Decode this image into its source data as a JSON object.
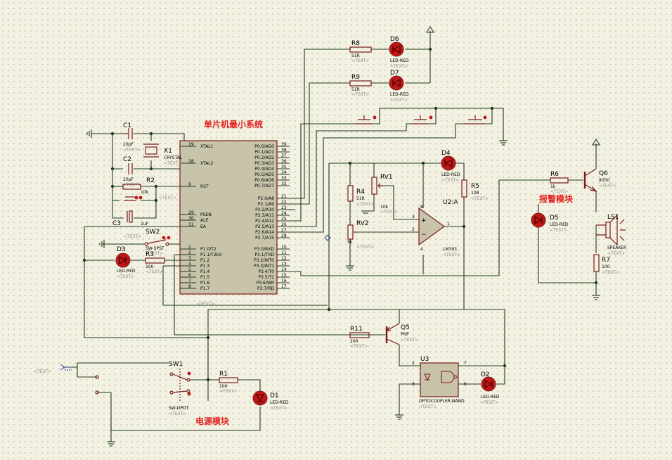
{
  "modules": {
    "mcu": "单片机最小系统",
    "alarm": "报警模块",
    "power": "电源模块"
  },
  "placeholder": "<TEXT>",
  "components": {
    "C1": {
      "ref": "C1",
      "val": "20pF"
    },
    "C2": {
      "ref": "C2",
      "val": "20pF"
    },
    "C3": {
      "ref": "C3",
      "val": "1uF"
    },
    "X1": {
      "ref": "X1",
      "val": "CRYSTAL"
    },
    "R1": {
      "ref": "R1",
      "val": "100"
    },
    "R2": {
      "ref": "R2",
      "val": "10k"
    },
    "R3": {
      "ref": "R3",
      "val": "100"
    },
    "R4": {
      "ref": "R4",
      "val": "51R"
    },
    "R5": {
      "ref": "R5",
      "val": "108"
    },
    "R6": {
      "ref": "R6",
      "val": "1k"
    },
    "R7": {
      "ref": "R7",
      "val": "100"
    },
    "R8": {
      "ref": "R8",
      "val": "51R"
    },
    "R9": {
      "ref": "R9",
      "val": "51R"
    },
    "R11": {
      "ref": "R11",
      "val": "200"
    },
    "RV1": {
      "ref": "RV1",
      "val": "10k"
    },
    "RV2": {
      "ref": "RV2",
      "val": "5k"
    },
    "D1": {
      "ref": "D1",
      "val": "LED-RED"
    },
    "D2": {
      "ref": "D2",
      "val": "LED-RED"
    },
    "D3": {
      "ref": "D3",
      "val": "LED-RED"
    },
    "D4": {
      "ref": "D4",
      "val": "LED-RED"
    },
    "D5": {
      "ref": "D5",
      "val": "LED-RED"
    },
    "D6": {
      "ref": "D6",
      "val": "LED-RED"
    },
    "D7": {
      "ref": "D7",
      "val": "LED-RED"
    },
    "Q5": {
      "ref": "Q5",
      "val": "PNP"
    },
    "Q6": {
      "ref": "Q6",
      "val": "8050"
    },
    "LS1": {
      "ref": "LS1",
      "val": "SPEAKER"
    },
    "U2": {
      "ref": "U2:A",
      "val": "LM393"
    },
    "U3": {
      "ref": "U3",
      "val": "OPTOCOUPLER-NAND"
    },
    "SW1": {
      "ref": "SW1",
      "val": "SW-DPDT"
    },
    "SW2": {
      "ref": "SW2",
      "val": "SW-SPST"
    }
  },
  "mcu": {
    "left": [
      {
        "num": "19",
        "name": "XTAL1"
      },
      {
        "num": "18",
        "name": "XTAL2"
      },
      {
        "num": "9",
        "name": "RST"
      },
      {
        "num": "29",
        "name": "PSEN"
      },
      {
        "num": "30",
        "name": "ALE"
      },
      {
        "num": "31",
        "name": "EA"
      },
      {
        "num": "1",
        "name": "P1.0/T2"
      },
      {
        "num": "2",
        "name": "P1.1/T2EX"
      },
      {
        "num": "3",
        "name": "P1.2"
      },
      {
        "num": "4",
        "name": "P1.3"
      },
      {
        "num": "5",
        "name": "P1.4"
      },
      {
        "num": "6",
        "name": "P1.5"
      },
      {
        "num": "7",
        "name": "P1.6"
      },
      {
        "num": "8",
        "name": "P1.7"
      }
    ],
    "right": [
      {
        "num": "39",
        "name": "P0.0/AD0"
      },
      {
        "num": "38",
        "name": "P0.1/AD1"
      },
      {
        "num": "37",
        "name": "P0.2/AD2"
      },
      {
        "num": "36",
        "name": "P0.3/AD3"
      },
      {
        "num": "35",
        "name": "P0.4/AD4"
      },
      {
        "num": "34",
        "name": "P0.5/AD5"
      },
      {
        "num": "33",
        "name": "P0.6/AD6"
      },
      {
        "num": "32",
        "name": "P0.7/AD7"
      },
      {
        "num": "21",
        "name": "P2.0/A8"
      },
      {
        "num": "22",
        "name": "P2.1/A9"
      },
      {
        "num": "23",
        "name": "P2.2/A10"
      },
      {
        "num": "24",
        "name": "P2.3/A11"
      },
      {
        "num": "25",
        "name": "P2.4/A12"
      },
      {
        "num": "26",
        "name": "P2.5/A13"
      },
      {
        "num": "27",
        "name": "P2.6/A14"
      },
      {
        "num": "28",
        "name": "P2.7/A15"
      },
      {
        "num": "10",
        "name": "P3.0/RXD"
      },
      {
        "num": "11",
        "name": "P3.1/TXD"
      },
      {
        "num": "12",
        "name": "P3.2/INT0"
      },
      {
        "num": "13",
        "name": "P3.3/INT1"
      },
      {
        "num": "14",
        "name": "P3.4/T0"
      },
      {
        "num": "15",
        "name": "P3.5/T1"
      },
      {
        "num": "16",
        "name": "P3.6/WR"
      },
      {
        "num": "17",
        "name": "P3.7/RD"
      }
    ]
  },
  "opamp_pins": {
    "p3": "3",
    "p2": "2",
    "p1": "1",
    "p8": "8",
    "p4": "4"
  },
  "opto_pins": {
    "p2": "2",
    "p3": "3",
    "p7": "7",
    "p6": "6"
  }
}
